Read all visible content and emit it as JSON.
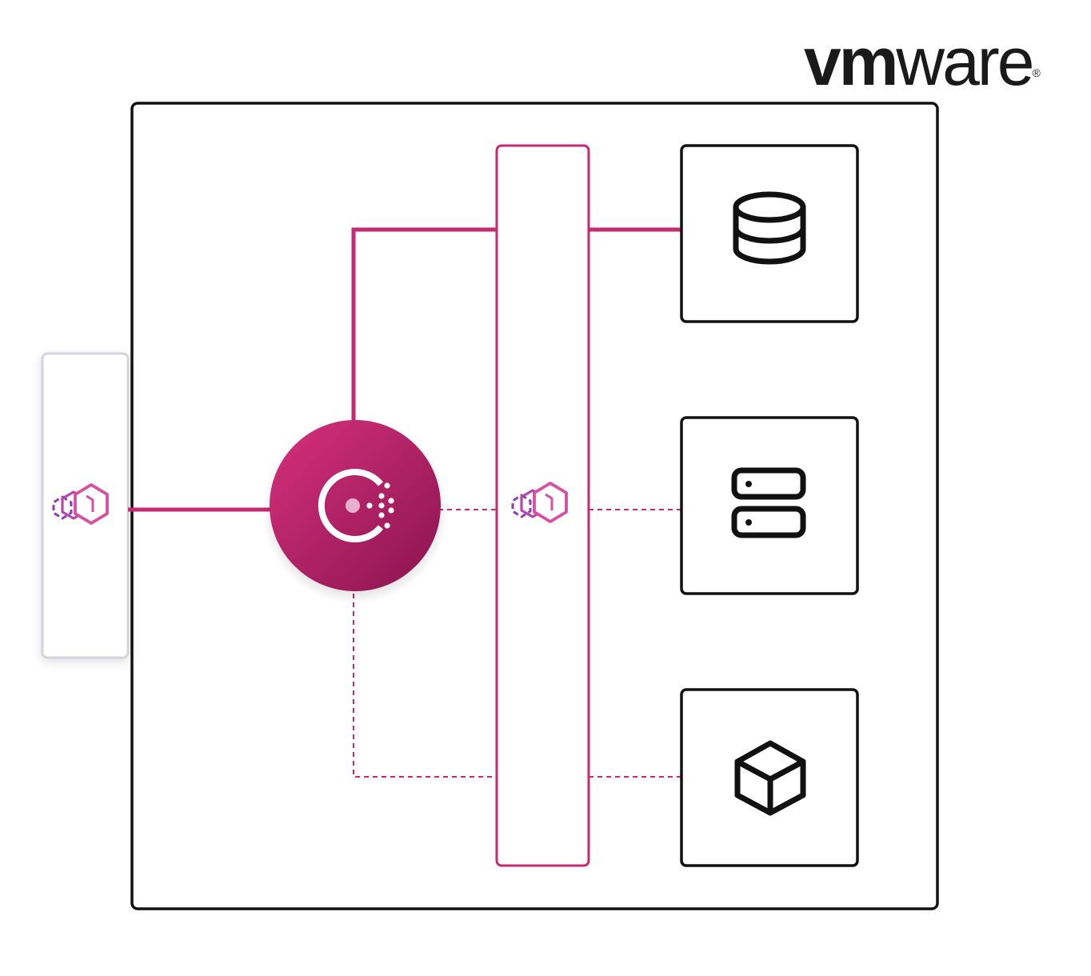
{
  "brand": {
    "logo_text_bold": "vm",
    "logo_text_light": "ware",
    "logo_registered": "®"
  },
  "colors": {
    "accent": "#c62a71",
    "accent_dark": "#8f1550",
    "accent_light": "#d6408a",
    "ink": "#111111",
    "external_border": "#d4d4dc",
    "envoy_purple": "#8e3bb5",
    "envoy_pink": "#d64fa0"
  },
  "nodes": {
    "cluster": {
      "icon": "cluster-boundary"
    },
    "ingress_gateway": {
      "icon": "envoy-icon"
    },
    "consul": {
      "icon": "consul-logo-icon"
    },
    "sidecar_proxy": {
      "icon": "envoy-icon"
    },
    "database_service": {
      "icon": "database-icon"
    },
    "server_service": {
      "icon": "server-icon"
    },
    "container_service": {
      "icon": "cube-icon"
    }
  },
  "edges": [
    {
      "from": "ingress_gateway",
      "to": "consul",
      "style": "solid"
    },
    {
      "from": "consul",
      "to": "sidecar_proxy",
      "style": "solid"
    },
    {
      "from": "sidecar_proxy",
      "to": "database_service",
      "style": "solid"
    },
    {
      "from": "consul",
      "to": "sidecar_proxy",
      "style": "dashed"
    },
    {
      "from": "sidecar_proxy",
      "to": "server_service",
      "style": "dashed"
    },
    {
      "from": "consul",
      "to": "sidecar_proxy",
      "style": "dashed"
    },
    {
      "from": "sidecar_proxy",
      "to": "container_service",
      "style": "dashed"
    }
  ]
}
